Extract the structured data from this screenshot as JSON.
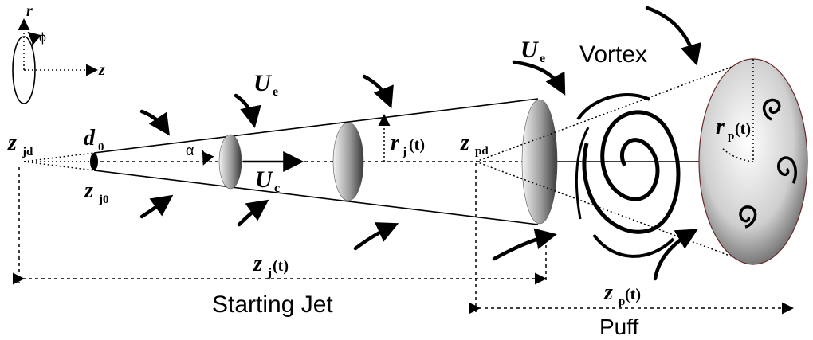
{
  "axes": {
    "r": "r",
    "phi": "ϕ",
    "z": "z"
  },
  "labels": {
    "z_jd": "z",
    "z_jd_sub": "jd",
    "d0": "d",
    "d0_sub": "0",
    "z_j0": "z",
    "z_j0_sub": "j0",
    "alpha": "α",
    "Ue_top": "U",
    "Ue_top_sub": "e",
    "Ue_right": "U",
    "Ue_right_sub": "e",
    "Uc": "U",
    "Uc_sub": "c",
    "rj": "r",
    "rj_sub": "j",
    "rj_arg": "(t)",
    "z_pd": "z",
    "z_pd_sub": "pd",
    "rp": "r",
    "rp_sub": "p",
    "rp_arg": "(t)",
    "vortex": "Vortex",
    "zj": "z",
    "zj_sub": "j",
    "zj_arg": "(t)",
    "starting_jet": "Starting Jet",
    "zp": "z",
    "zp_sub": "p",
    "zp_arg": "(t)",
    "puff": "Puff"
  }
}
